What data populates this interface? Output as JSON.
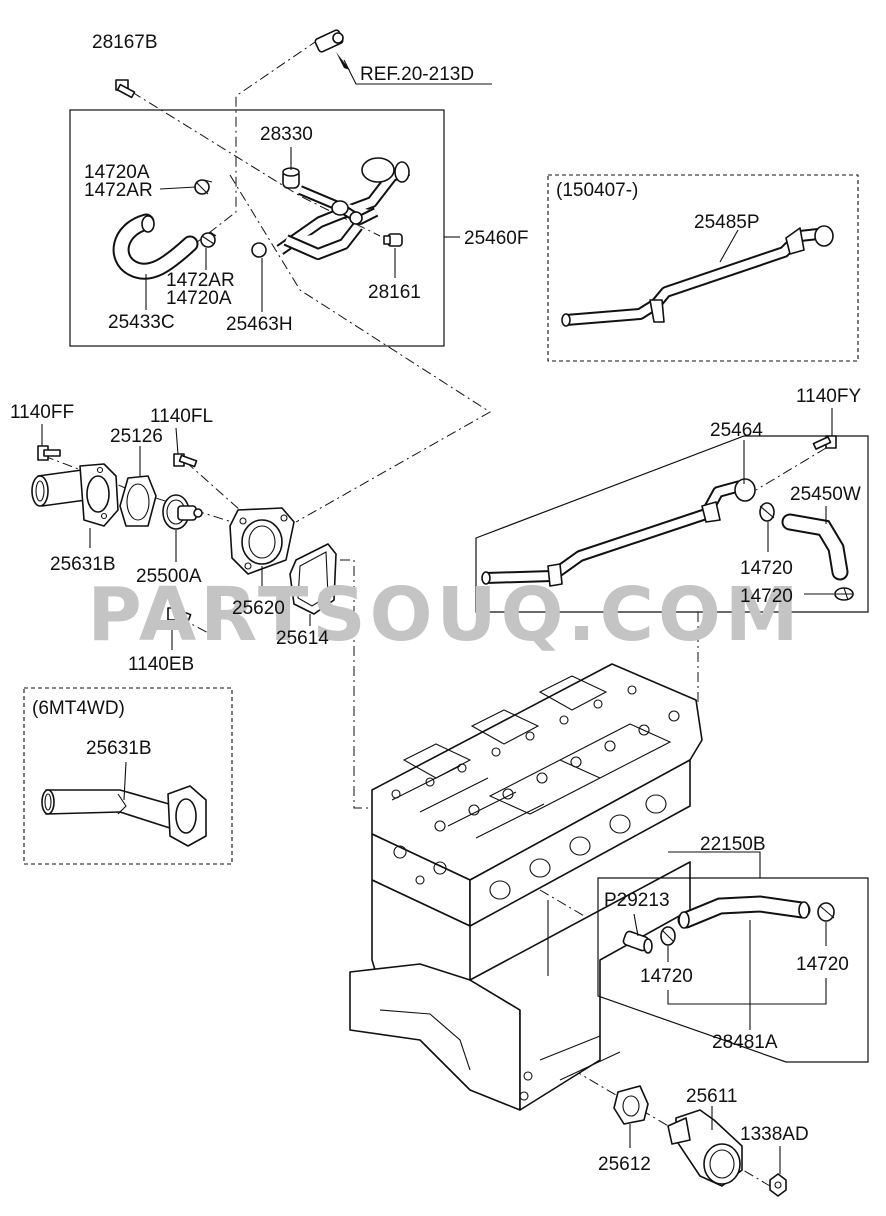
{
  "watermark": "PARTSOUQ.COM",
  "groups": {
    "variant_150407": "(150407-)",
    "variant_6mt4wd": "(6MT4WD)"
  },
  "parts": {
    "p28167B": "28167B",
    "ref": "REF.20-213D",
    "p28330": "28330",
    "p14720A_top": "14720A",
    "p1472AR_top": "1472AR",
    "p1472AR_bot": "1472AR",
    "p14720A_bot": "14720A",
    "p25433C": "25433C",
    "p25463H": "25463H",
    "p28161": "28161",
    "p25460F": "25460F",
    "p25485P": "25485P",
    "p1140FF": "1140FF",
    "p1140FL": "1140FL",
    "p25126": "25126",
    "p25631B": "25631B",
    "p25500A": "25500A",
    "p25620": "25620",
    "p25614": "25614",
    "p1140EB": "1140EB",
    "p25631B_alt": "25631B",
    "p1140FY": "1140FY",
    "p25464": "25464",
    "p25450W": "25450W",
    "p14720_a": "14720",
    "p14720_b": "14720",
    "p22150B": "22150B",
    "pP29213": "P29213",
    "p14720_c": "14720",
    "p14720_d": "14720",
    "p28481A": "28481A",
    "p25611": "25611",
    "p1338AD": "1338AD",
    "p25612": "25612"
  }
}
